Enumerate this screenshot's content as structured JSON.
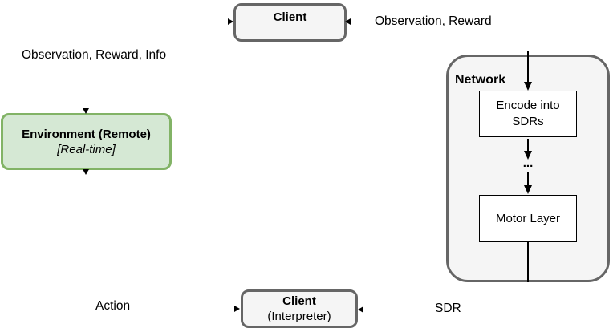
{
  "diagram": {
    "colors": {
      "box_fill": "#f5f5f5",
      "box_border": "#666666",
      "env_fill": "#d5e8d4",
      "env_border": "#82b366",
      "inner_fill": "#ffffff",
      "inner_border": "#000000",
      "arrow": "#000000",
      "bg": "#ffffff",
      "text": "#000000"
    },
    "nodes": {
      "client_top": {
        "title": "Client"
      },
      "environment": {
        "title": "Environment (Remote)",
        "subtitle": "[Real-time]"
      },
      "client_bottom": {
        "title": "Client",
        "subtitle": "(Interpreter)"
      },
      "network": {
        "title": "Network"
      },
      "encode_box": {
        "label": "Encode into SDRs"
      },
      "ellipsis": {
        "label": "..."
      },
      "motor_box": {
        "label": "Motor Layer"
      }
    },
    "edge_labels": {
      "observation_reward": "Observation, Reward",
      "observation_reward_info": "Observation, Reward, Info",
      "action": "Action",
      "sdr": "SDR"
    }
  }
}
